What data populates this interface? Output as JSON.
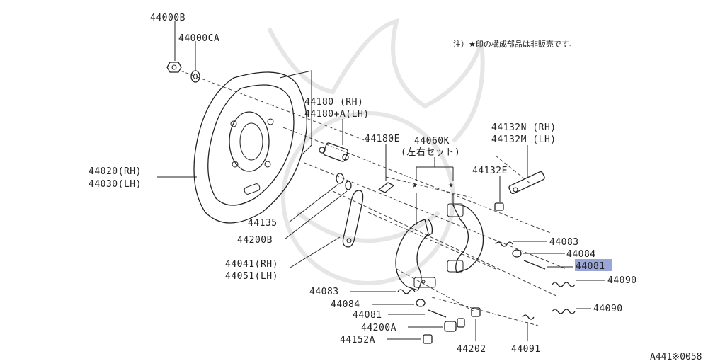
{
  "note": "注）★印の構成部品は非販売です。",
  "drawing_code": "A441※0058",
  "highlight_color": "#9aa6d8",
  "labels": {
    "p44000B": "44000B",
    "p44000CA": "44000CA",
    "p44180_rh": "44180 (RH)",
    "p44180a_lh": "44180+A(LH)",
    "p44180E": "44180E",
    "p44060K": "44060K",
    "p44060K_sub": "(左右セット)",
    "p44132N_rh": "44132N (RH)",
    "p44132M_lh": "44132M (LH)",
    "p44132E": "44132E",
    "p44020_rh": "44020(RH)",
    "p44030_lh": "44030(LH)",
    "p44135": "44135",
    "p44200B": "44200B",
    "p44041_rh": "44041(RH)",
    "p44051_lh": "44051(LH)",
    "p44083_r": "44083",
    "p44084_r": "44084",
    "p44081_r": "44081",
    "p44090_a": "44090",
    "p44090_b": "44090",
    "p44083_l": "44083",
    "p44084_l": "44084",
    "p44081_l": "44081",
    "p44200A": "44200A",
    "p44152A": "44152A",
    "p44202": "44202",
    "p44091": "44091"
  }
}
